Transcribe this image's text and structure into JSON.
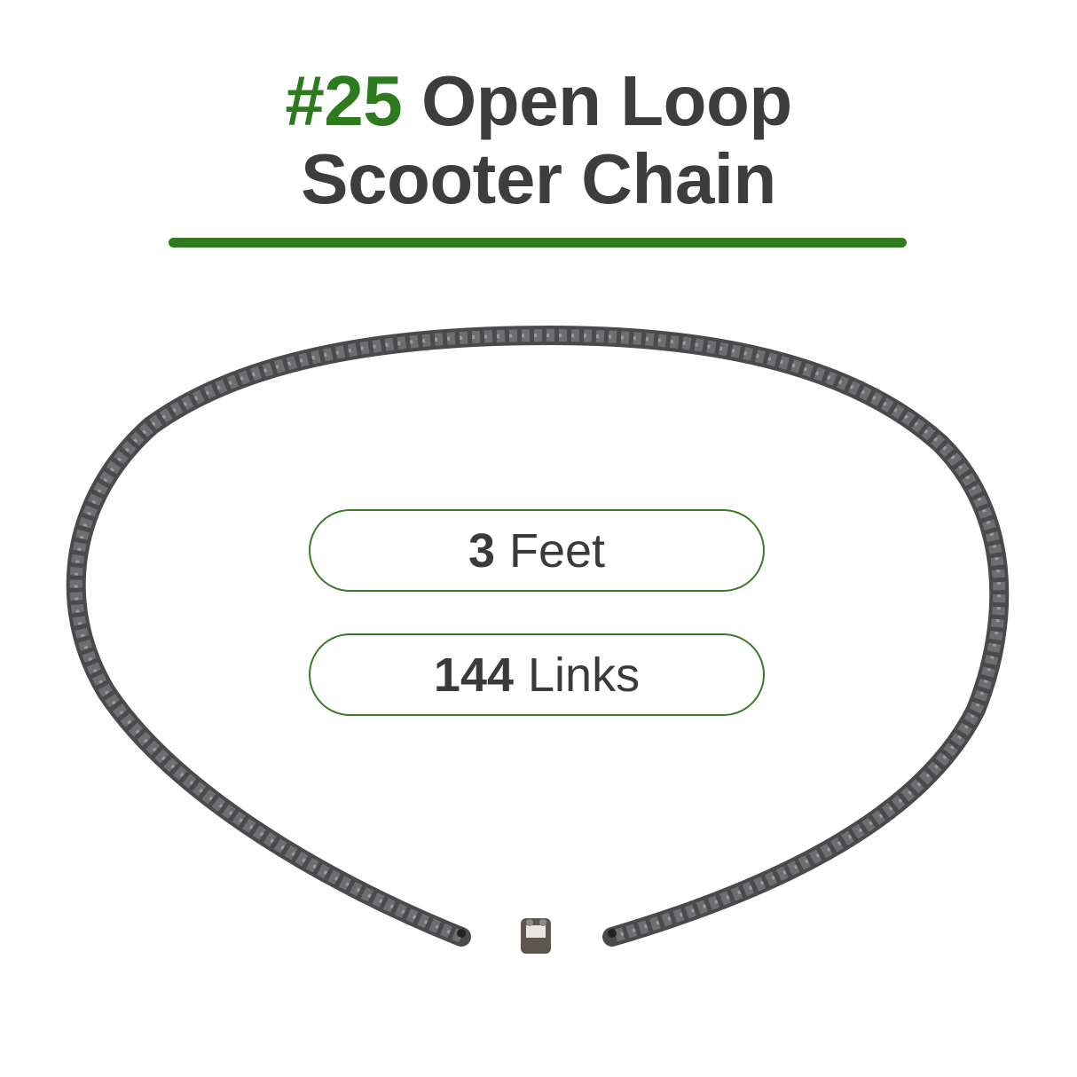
{
  "header": {
    "title_accent": "#25",
    "title_line1_rest": "Open Loop",
    "title_line2": "Scooter Chain",
    "accent_color": "#2d7a1f",
    "text_color": "#3d3d3d"
  },
  "specs": [
    {
      "value": "3",
      "unit": "Feet"
    },
    {
      "value": "144",
      "unit": "Links"
    }
  ],
  "image": {
    "subject": "open-loop-roller-chain",
    "includes": "master-link-connector",
    "chain_color": "#5a5a5c"
  }
}
